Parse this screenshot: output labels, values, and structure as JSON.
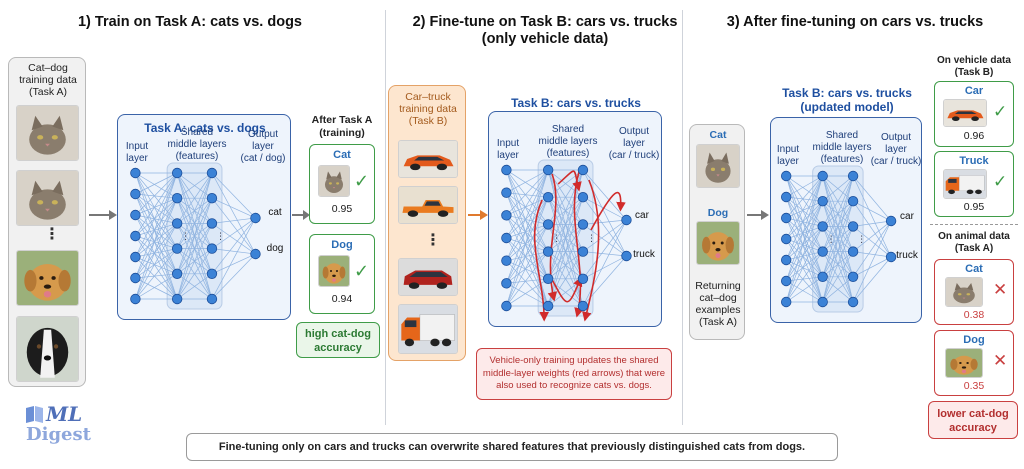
{
  "sections": {
    "s1_title": "1) Train on Task A: cats vs. dogs",
    "s2_title_line1": "2) Fine-tune on Task B: cars vs. trucks",
    "s2_title_line2": "(only vehicle data)",
    "s3_title": "3) After fine-tuning on cars vs. trucks"
  },
  "section1": {
    "training_data_label": [
      "Cat–dog",
      "training data",
      "(Task A)"
    ],
    "net_title": "Task A: cats vs. dogs",
    "input_layer": [
      "Input",
      "layer"
    ],
    "shared_layers": [
      "Shared",
      "middle layers",
      "(features)"
    ],
    "output_layer": [
      "Output",
      "layer",
      "(cat / dog)"
    ],
    "out_cat": "cat",
    "out_dog": "dog",
    "after_label": [
      "After Task A",
      "(training)"
    ],
    "cat_pred": {
      "label": "Cat",
      "score": "0.95"
    },
    "dog_pred": {
      "label": "Dog",
      "score": "0.94"
    },
    "accuracy_note": [
      "high cat-dog",
      "accuracy"
    ]
  },
  "section2": {
    "training_data_label": [
      "Car–truck",
      "training data",
      "(Task B)"
    ],
    "net_title": "Task B: cars vs. trucks",
    "input_layer": [
      "Input",
      "layer"
    ],
    "shared_layers": [
      "Shared",
      "middle layers",
      "(features)"
    ],
    "output_layer": [
      "Output",
      "layer",
      "(car / truck)"
    ],
    "out_car": "car",
    "out_truck": "truck",
    "warning": [
      "Vehicle-only training updates the shared",
      "middle-layer weights (red arrows) that were",
      "also used to recognize cats vs. dogs."
    ]
  },
  "section3": {
    "cat_label": "Cat",
    "dog_label": "Dog",
    "returning_label": [
      "Returning",
      "cat–dog",
      "examples",
      "(Task A)"
    ],
    "net_title": [
      "Task B: cars vs. trucks",
      "(updated model)"
    ],
    "input_layer": [
      "Input",
      "layer"
    ],
    "shared_layers": [
      "Shared",
      "middle layers",
      "(features)"
    ],
    "output_layer": [
      "Output",
      "layer",
      "(car / truck)"
    ],
    "out_car": "car",
    "out_truck": "truck",
    "vehicle_header": [
      "On vehicle data",
      "(Task B)"
    ],
    "car_pred": {
      "label": "Car",
      "score": "0.96"
    },
    "truck_pred": {
      "label": "Truck",
      "score": "0.95"
    },
    "animal_header": [
      "On animal data",
      "(Task A)"
    ],
    "cat_pred": {
      "label": "Cat",
      "score": "0.38"
    },
    "dog_pred": {
      "label": "Dog",
      "score": "0.35"
    },
    "accuracy_note": [
      "lower cat-dog",
      "accuracy"
    ]
  },
  "logo": {
    "line1": "ML",
    "line2": "Digest"
  },
  "footer": "Fine-tuning only on cars and trucks can overwrite shared features that previously distinguished cats from dogs.",
  "colors": {
    "node": "#3b82d6",
    "edge": "#8fb3e0",
    "net_border": "#3a63a8",
    "good": "#3f9c48",
    "bad": "#c94040",
    "arrow_orange": "#e07a2e"
  }
}
